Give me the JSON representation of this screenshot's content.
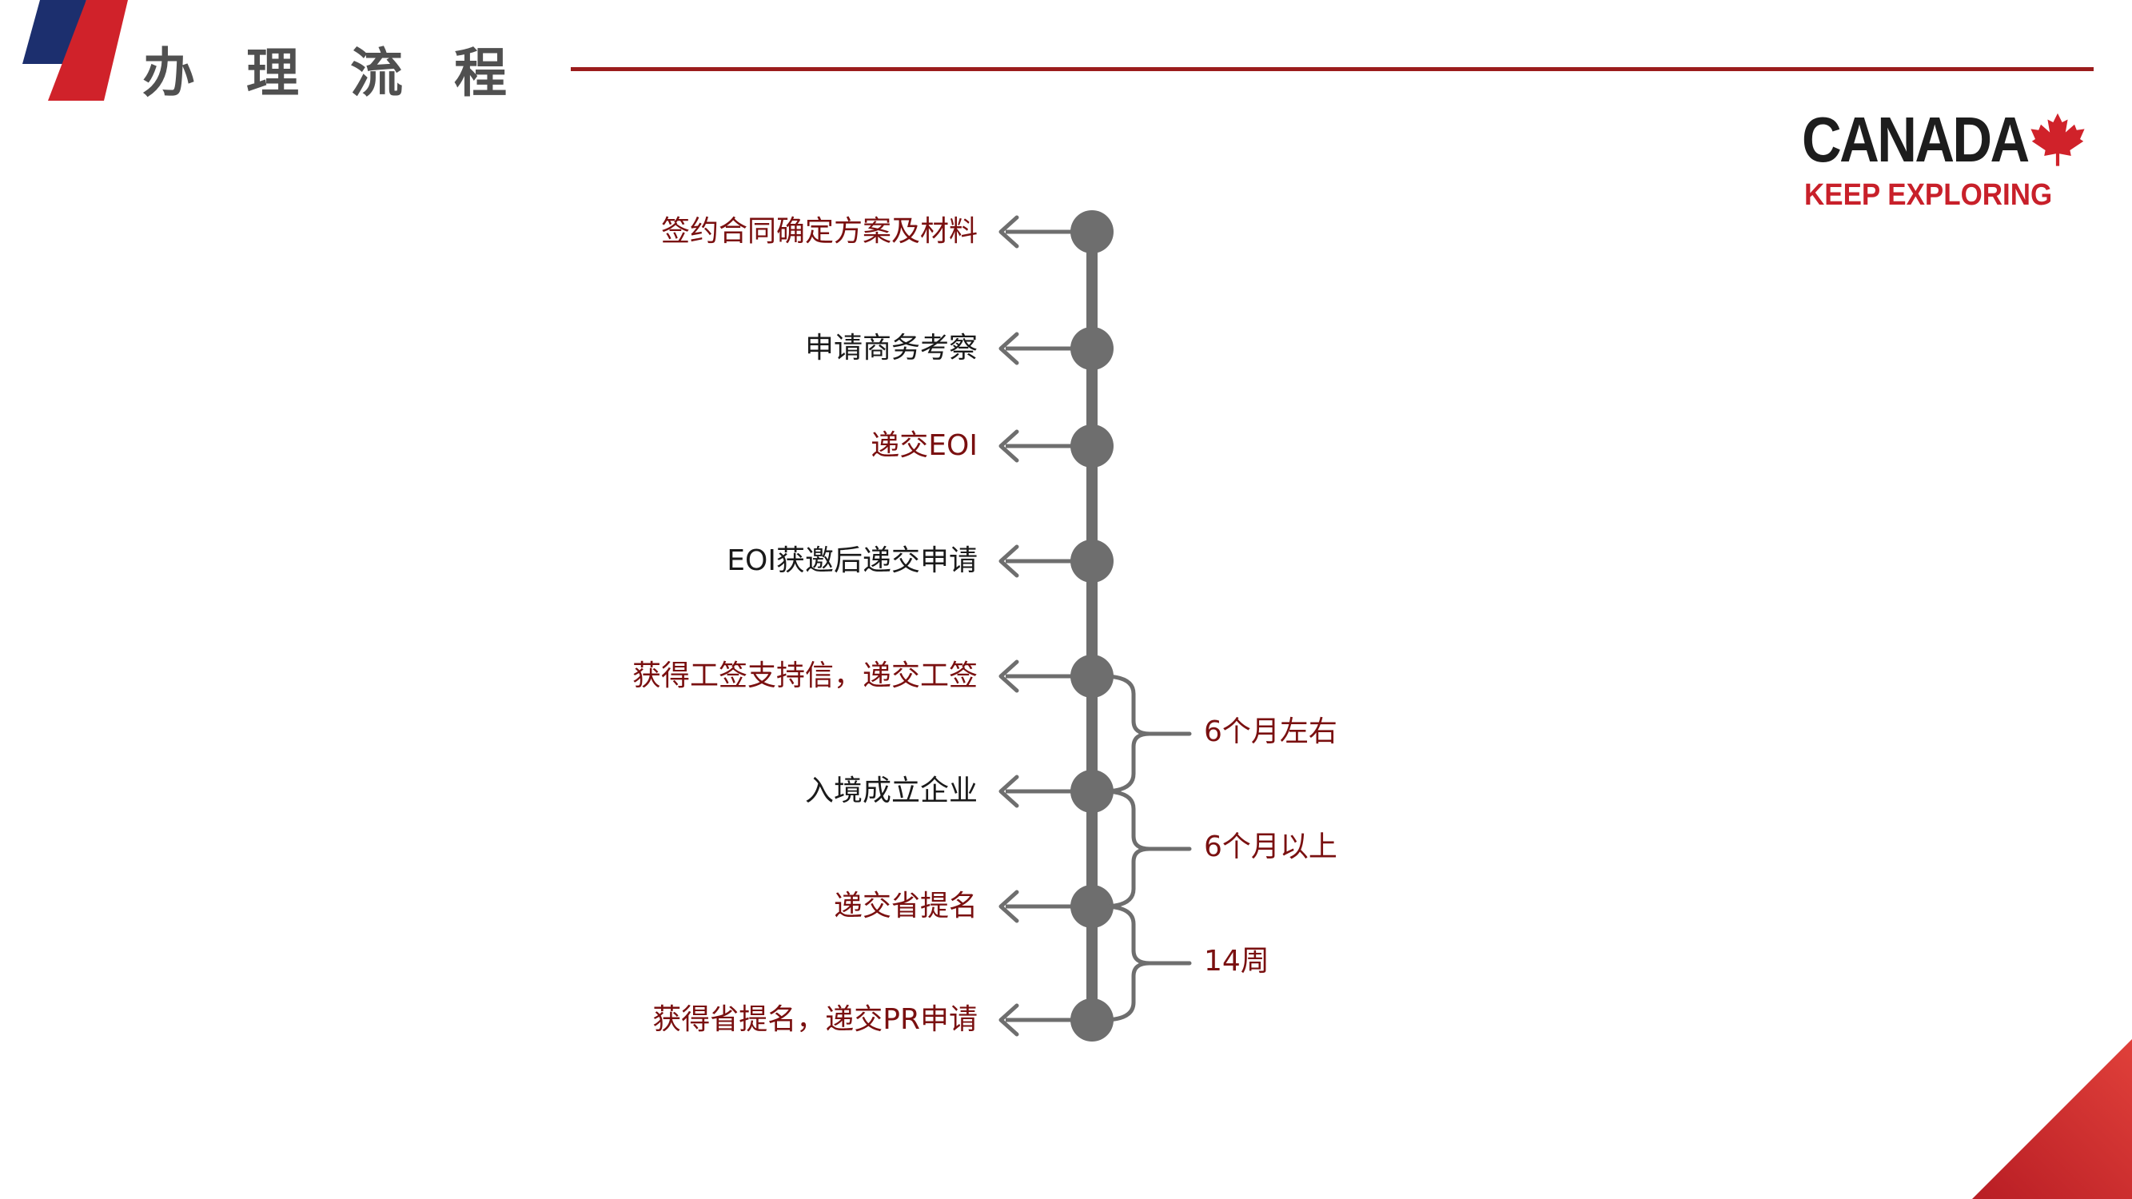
{
  "page": {
    "title": "办理流程"
  },
  "logo": {
    "wordmark": "CANADA",
    "tagline": "KEEP EXPLORING",
    "leaf_icon": "maple-leaf-icon"
  },
  "colors": {
    "accent_dark_red": "#7a1010",
    "rule_red": "#9b1c1c",
    "brand_red": "#c8202a",
    "brand_navy": "#1c2f6e",
    "timeline_gray": "#6e6e6e",
    "text_black": "#1a1a1a"
  },
  "timeline": {
    "steps": [
      {
        "label": "签约合同确定方案及材料",
        "color": "#7a1010"
      },
      {
        "label": "申请商务考察",
        "color": "#1a1a1a"
      },
      {
        "label": "递交EOI",
        "color": "#7a1010"
      },
      {
        "label": "EOI获邀后递交申请",
        "color": "#1a1a1a"
      },
      {
        "label": "获得工签支持信，递交工签",
        "color": "#7a1010"
      },
      {
        "label": "入境成立企业",
        "color": "#1a1a1a"
      },
      {
        "label": "递交省提名",
        "color": "#7a1010"
      },
      {
        "label": "获得省提名，递交PR申请",
        "color": "#7a1010"
      }
    ],
    "durations": [
      {
        "label": "6个月左右",
        "from_step": 4,
        "to_step": 5
      },
      {
        "label": "6个月以上",
        "from_step": 5,
        "to_step": 6
      },
      {
        "label": "14周",
        "from_step": 6,
        "to_step": 7
      }
    ]
  }
}
